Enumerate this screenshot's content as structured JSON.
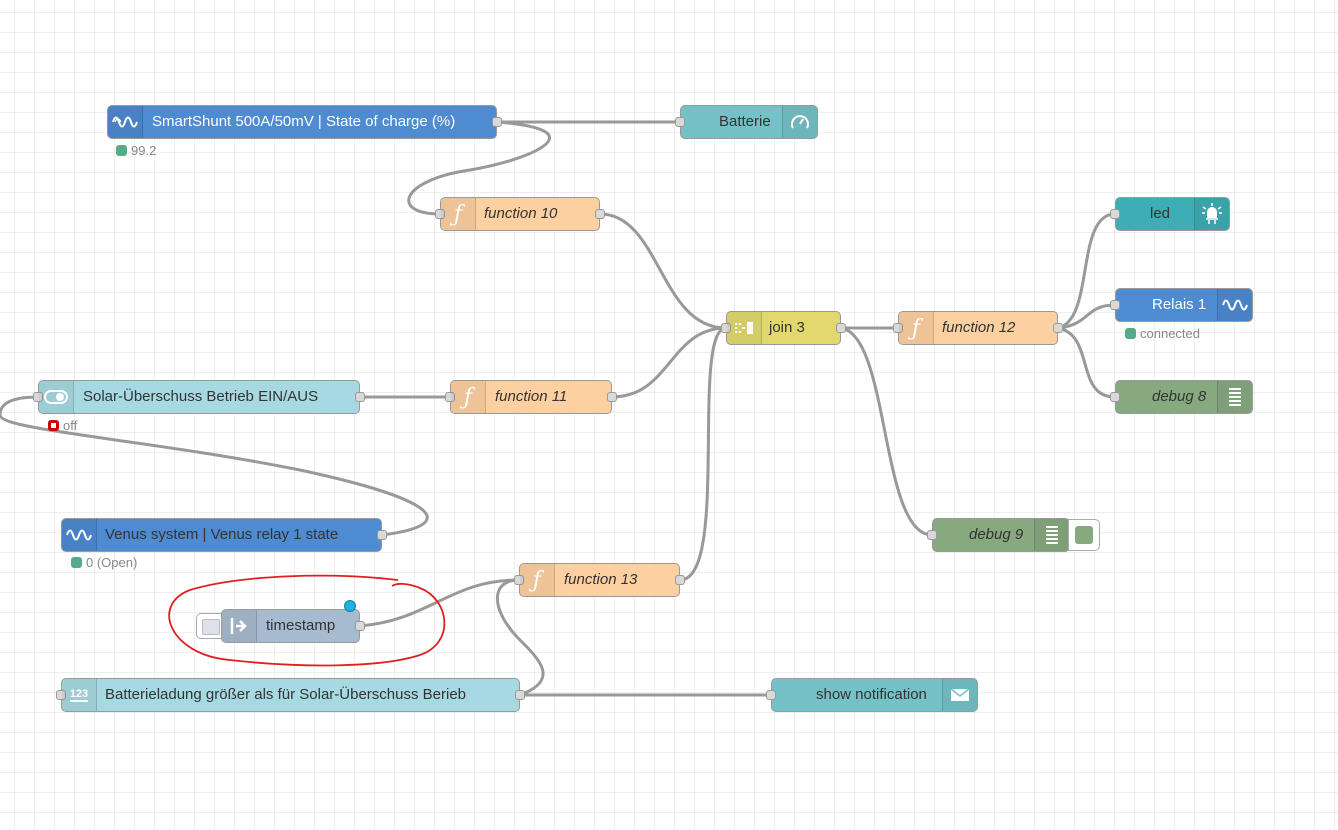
{
  "nodes": {
    "smartshunt": {
      "label": "SmartShunt 500A/50mV | State of charge (%)",
      "status": "99.2",
      "icon": "victron-icon",
      "color": "#4e8bd1"
    },
    "batterie": {
      "label": "Batterie",
      "icon": "gauge-icon",
      "color": "#74c2c8"
    },
    "function10": {
      "label": "function 10",
      "icon": "function-icon",
      "color": "#fdd0a2"
    },
    "function11": {
      "label": "function 11",
      "icon": "function-icon",
      "color": "#fdd0a2"
    },
    "function12": {
      "label": "function 12",
      "icon": "function-icon",
      "color": "#fdd0a2"
    },
    "function13": {
      "label": "function 13",
      "icon": "function-icon",
      "color": "#fdd0a2"
    },
    "join3": {
      "label": "join 3",
      "icon": "join-icon",
      "color": "#e2d96e"
    },
    "led": {
      "label": "led",
      "icon": "led-icon",
      "color": "#3fadb5"
    },
    "relais1": {
      "label": "Relais 1",
      "status": "connected",
      "icon": "victron-icon",
      "color": "#4e8bd1"
    },
    "debug8": {
      "label": "debug 8",
      "icon": "debug-icon",
      "color": "#87a980"
    },
    "debug9": {
      "label": "debug 9",
      "icon": "debug-icon",
      "color": "#87a980"
    },
    "solar": {
      "label": "Solar-Überschuss Betrieb EIN/AUS",
      "status": "off",
      "icon": "switch-icon",
      "color": "#a6d9e2"
    },
    "venus": {
      "label": "Venus system | Venus relay 1 state",
      "status": "0 (Open)",
      "icon": "victron-icon",
      "color": "#4e8bd1"
    },
    "timestamp": {
      "label": "timestamp",
      "icon": "inject-icon",
      "color": "#a6bbcf"
    },
    "batterieladung": {
      "label": "Batterieladung größer als für Solar-Überschuss Berieb",
      "icon": "numeric-icon",
      "icon_text": "123",
      "color": "#a6d9e2"
    },
    "notification": {
      "label": "show notification",
      "icon": "envelope-icon",
      "color": "#74c2c8"
    }
  },
  "colors": {
    "wire": "#999999",
    "annotation": "#e02020",
    "changed": "#1fb1e6"
  }
}
